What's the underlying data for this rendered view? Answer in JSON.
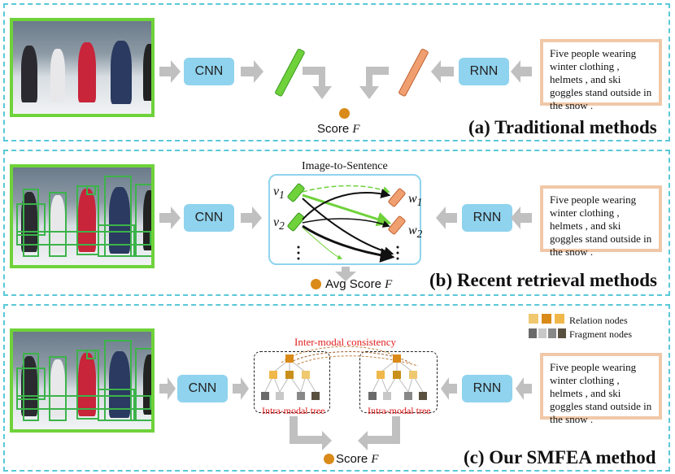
{
  "modules": {
    "cnn": "CNN",
    "rnn": "RNN"
  },
  "sentence": "Five people wearing winter clothing , helmets , and ski goggles stand outside in the snow .",
  "panel_a": {
    "caption": "(a) Traditional methods",
    "score_label": "Score",
    "score_var": "F"
  },
  "panel_b": {
    "caption": "(b) Recent retrieval methods",
    "title": "Image-to-Sentence",
    "score_label": "Avg Score",
    "score_var": "F",
    "v1": "v",
    "v1_sub": "1",
    "v2": "v",
    "v2_sub": "2",
    "w1": "w",
    "w1_sub": "1",
    "w2": "w",
    "w2_sub": "2"
  },
  "panel_c": {
    "caption": "(c) Our SMFEA method",
    "inter_label": "Inter-modal consistency",
    "intra_label": "Intra-modal tree",
    "legend_relation": "Relation nodes",
    "legend_fragment": "Fragment nodes",
    "score_label": "Score",
    "score_var": "F"
  },
  "colors": {
    "image_feature": "#6fd23a",
    "text_feature": "#f0a070",
    "module": "#8fd3ee",
    "arrow": "#c0c0c0",
    "panel_border": "#5ac8d8",
    "relation_node": "#f0b84a",
    "fragment_node": "#6a6a6a",
    "dot": "#d98a18"
  }
}
